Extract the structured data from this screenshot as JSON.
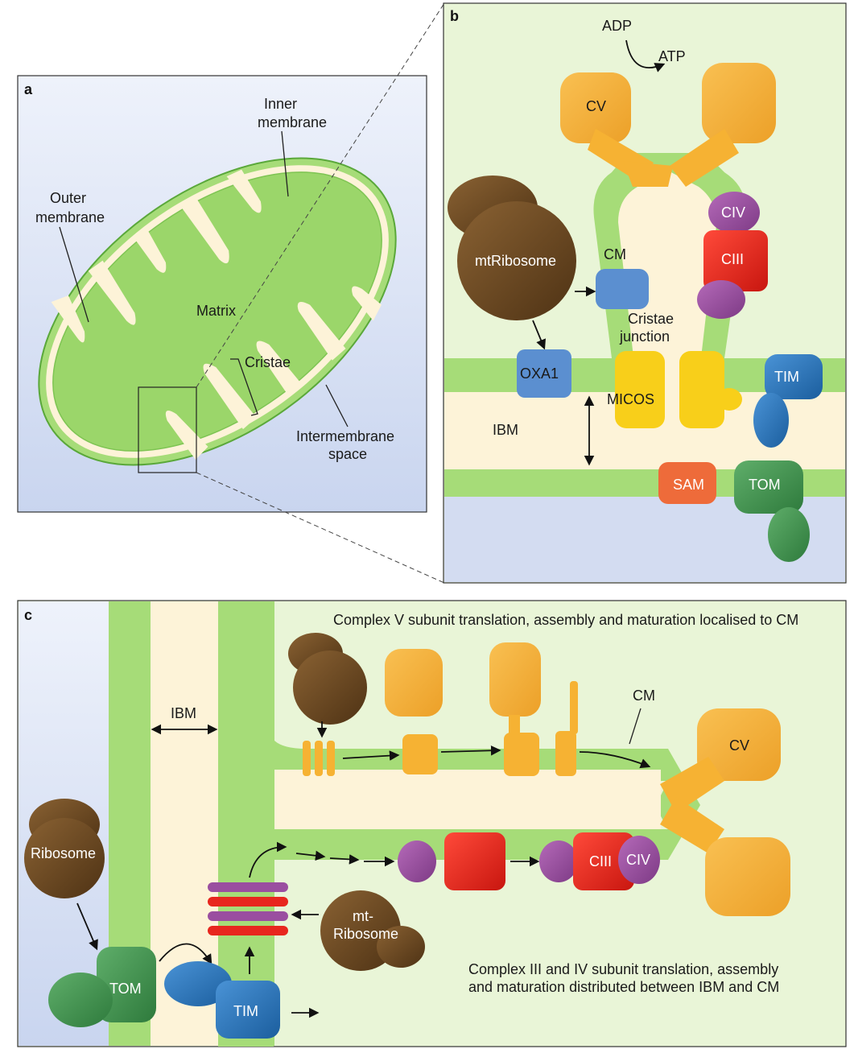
{
  "panels": {
    "a": {
      "letter": "a",
      "labels": {
        "inner_membrane_1": "Inner",
        "inner_membrane_2": "membrane",
        "outer_membrane_1": "Outer",
        "outer_membrane_2": "membrane",
        "matrix": "Matrix",
        "cristae": "Cristae",
        "intermembrane_1": "Intermembrane",
        "intermembrane_2": "space"
      }
    },
    "b": {
      "letter": "b",
      "labels": {
        "adp": "ADP",
        "atp": "ATP",
        "cv": "CV",
        "civ": "CIV",
        "ciii": "CIII",
        "cm": "CM",
        "mtribosome": "mtRibosome",
        "cristae_junction_1": "Cristae",
        "cristae_junction_2": "junction",
        "oxa1": "OXA1",
        "micos": "MICOS",
        "tim": "TIM",
        "ibm": "IBM",
        "sam": "SAM",
        "tom": "TOM"
      }
    },
    "c": {
      "letter": "c",
      "labels": {
        "cv_heading": "Complex V subunit translation, assembly and maturation localised to CM",
        "ibm": "IBM",
        "cm": "CM",
        "cv": "CV",
        "ribosome": "Ribosome",
        "ciii": "CIII",
        "civ": "CIV",
        "mt_ribosome_1": "mt-",
        "mt_ribosome_2": "Ribosome",
        "tom": "TOM",
        "tim": "TIM",
        "ciii_civ_note_1": "Complex III and IV subunit translation, assembly",
        "ciii_civ_note_2": "and maturation distributed between IBM and CM"
      }
    }
  },
  "colors": {
    "matrix_green": "#9bd66a",
    "membrane_green": "#a6dc78",
    "cytosol_blue": "#d3dcf1",
    "ims_cream": "#fdf3d8",
    "cv_orange": "#f6b233",
    "micos_yellow": "#f8cf1a",
    "ciii_red": "#e8261e",
    "civ_purple": "#9a4ea0",
    "ribosome_brown": "#6e4a22",
    "oxa1_blue": "#5b8fd0",
    "tim_blue": "#2a73b6",
    "tom_green": "#3f8f4e",
    "sam_orange": "#ee6b3a"
  }
}
